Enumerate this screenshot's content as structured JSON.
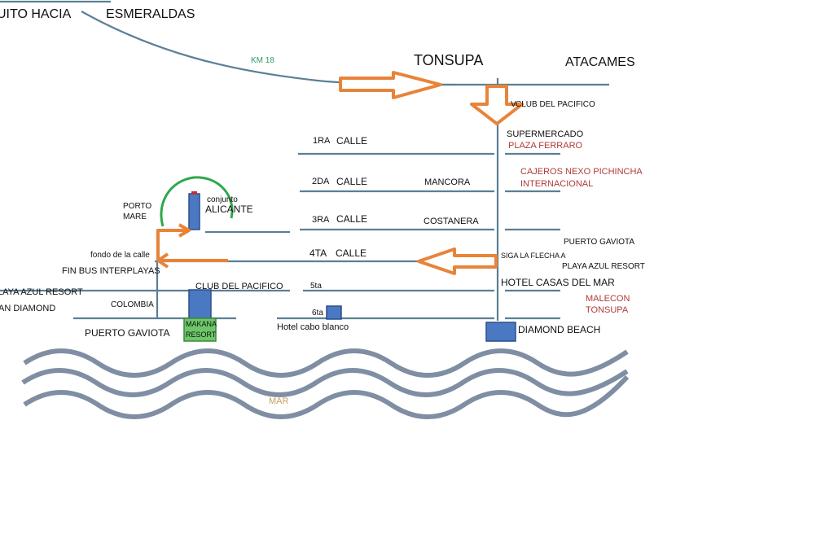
{
  "colors": {
    "road": "#5b7f95",
    "arrow": "#e8843a",
    "wave": "#7f8ea3",
    "building": "#4a78c2",
    "resort_green": "#6dc76a",
    "circle": "#2ea84a",
    "red_label": "#b03a3a",
    "green_label": "#2f9a6a",
    "sea_label": "#c9a060"
  },
  "labels": {
    "quito_hacia": "UITO  HACIA",
    "esmeraldas": "ESMERALDAS",
    "km18": "KM 18",
    "tonsupa": "TONSUPA",
    "atacames": "ATACAMES",
    "club_pacifico_top": "CLUB DEL PACIFICO",
    "v_mark": "V",
    "supermercado": "SUPERMERCADO",
    "plaza_ferraro": "PLAZA FERRARO",
    "cajeros": "CAJEROS  NEXO  PICHINCHA",
    "internacional": "INTERNACIONAL",
    "calle1_num": "1RA",
    "calle1_name": "CALLE",
    "calle2_num": "2DA",
    "calle2_name": "CALLE",
    "mancora": "MANCORA",
    "calle3_num": "3RA",
    "calle3_name": "CALLE",
    "costanera": "COSTANERA",
    "calle4_num": "4TA",
    "calle4_name": "CALLE",
    "calle5": "5ta",
    "calle6": "6ta",
    "porto": "PORTO",
    "mare": "MARE",
    "conjunto": "conjunto",
    "alicante": "ALICANTE",
    "fondo_calle": "fondo de la calle",
    "fin_bus": "FIN BUS INTERPLAYAS",
    "playa_azul_left": "LAYA AZUL RESORT",
    "diamond_left": "AN DIAMOND",
    "colombia": "COLOMBIA",
    "club_pacifico_mid": "CLUB DEL PACIFICO",
    "puerto_gaviota_left": "PUERTO GAVIOTA",
    "makana": "MAKANA",
    "resort": "RESORT",
    "hotel_cabo_blanco": "Hotel cabo blanco",
    "siga_flecha": "SIGA LA FLECHA A",
    "puerto_gaviota_right": "PUERTO GAVIOTA",
    "playa_azul_right": "PLAYA AZUL RESORT",
    "hotel_casas": "HOTEL CASAS DEL MAR",
    "malecon": "MALECON",
    "malecon_tonsupa": "TONSUPA",
    "diamond_beach": "DIAMOND BEACH",
    "mar": "MAR"
  }
}
